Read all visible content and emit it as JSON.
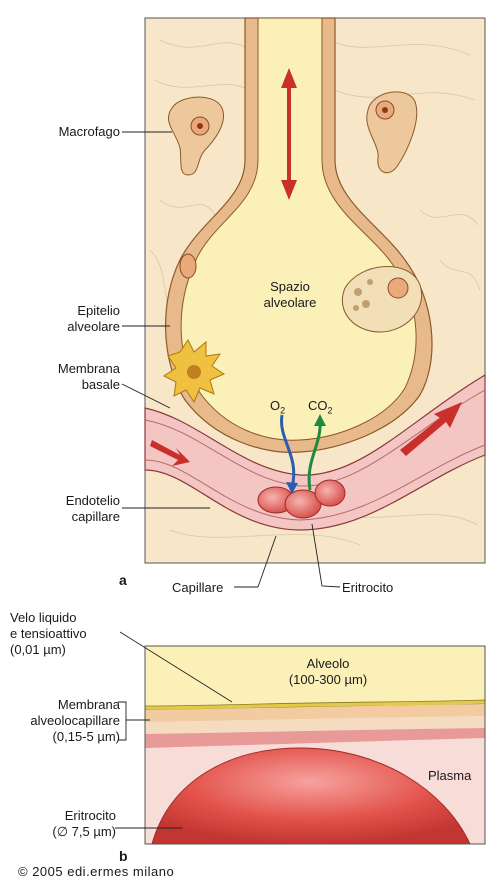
{
  "panel_a": {
    "letter": "a",
    "labels": {
      "macrofago": "Macrofago",
      "epitelio": [
        "Epitelio",
        "alveolare"
      ],
      "membrana_basale": [
        "Membrana",
        "basale"
      ],
      "endotelio": [
        "Endotelio",
        "capillare"
      ],
      "spazio": [
        "Spazio",
        "alveolare"
      ],
      "o2": "O",
      "o2_sub": "2",
      "co2": "CO",
      "co2_sub": "2",
      "capillare": "Capillare",
      "eritrocito": "Eritrocito"
    }
  },
  "panel_b": {
    "letter": "b",
    "labels": {
      "velo": [
        "Velo liquido",
        "e tensioattivo",
        "(0,01 µm)"
      ],
      "membrana": [
        "Membrana",
        "alveolocapillare",
        "(0,15-5 µm)"
      ],
      "eritrocito": [
        "Eritrocito",
        "(∅ 7,5 µm)"
      ],
      "alveolo": [
        "Alveolo",
        "(100-300 µm)"
      ],
      "plasma": "Plasma"
    }
  },
  "copyright": "© 2005 edi.ermes milano",
  "colors": {
    "tissue": "#f7e6c8",
    "alveolus": "#fbf1b8",
    "epithelium": "#e8b98a",
    "capillary": "#f3c6c4",
    "blood_cell": "#d9534f",
    "arrow_red": "#c9302c",
    "o2_arrow": "#2a5db0",
    "co2_arrow": "#1f8a3c"
  }
}
